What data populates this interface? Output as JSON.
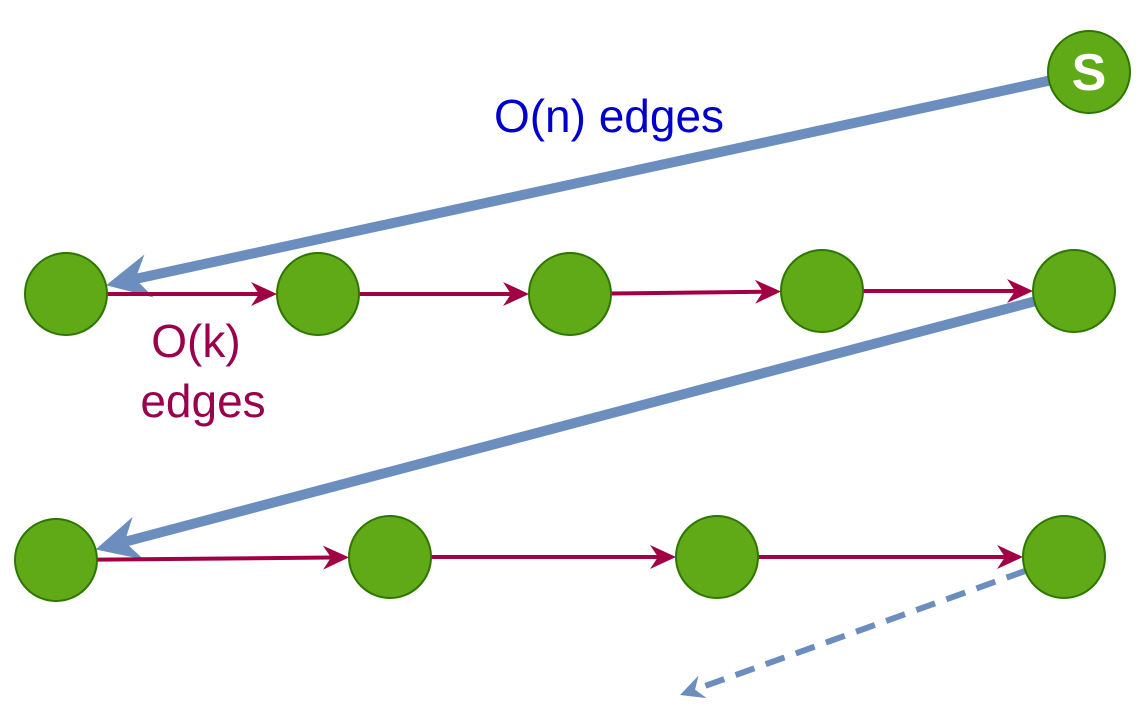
{
  "diagram": {
    "type": "directed-graph",
    "colors": {
      "node_fill": "#60a917",
      "node_stroke": "#2d7600",
      "node_text": "#ffffff",
      "long_edge": "#6c8ebf",
      "short_edge": "#a20045",
      "on_label": "#0000cc",
      "ok_label": "#99004d"
    },
    "source_node": {
      "id": "S",
      "label": "S"
    },
    "rows": [
      {
        "nodes": [
          "r1n1",
          "r1n2",
          "r1n3",
          "r1n4",
          "r1n5"
        ]
      },
      {
        "nodes": [
          "r2n1",
          "r2n2",
          "r2n3",
          "r2n4"
        ]
      }
    ],
    "edges": [
      {
        "from": "S",
        "to": "r1n1",
        "kind": "long"
      },
      {
        "from": "r1n1",
        "to": "r1n2",
        "kind": "short"
      },
      {
        "from": "r1n2",
        "to": "r1n3",
        "kind": "short"
      },
      {
        "from": "r1n3",
        "to": "r1n4",
        "kind": "short"
      },
      {
        "from": "r1n4",
        "to": "r1n5",
        "kind": "short"
      },
      {
        "from": "r1n5",
        "to": "r2n1",
        "kind": "long"
      },
      {
        "from": "r2n1",
        "to": "r2n2",
        "kind": "short"
      },
      {
        "from": "r2n2",
        "to": "r2n3",
        "kind": "short"
      },
      {
        "from": "r2n3",
        "to": "r2n4",
        "kind": "short"
      },
      {
        "from": "r2n4",
        "to": "continuation",
        "kind": "long-dashed"
      }
    ],
    "labels": {
      "long_edges": "O(n) edges",
      "short_edges_line1": "O(k)",
      "short_edges_line2": "edges"
    }
  }
}
